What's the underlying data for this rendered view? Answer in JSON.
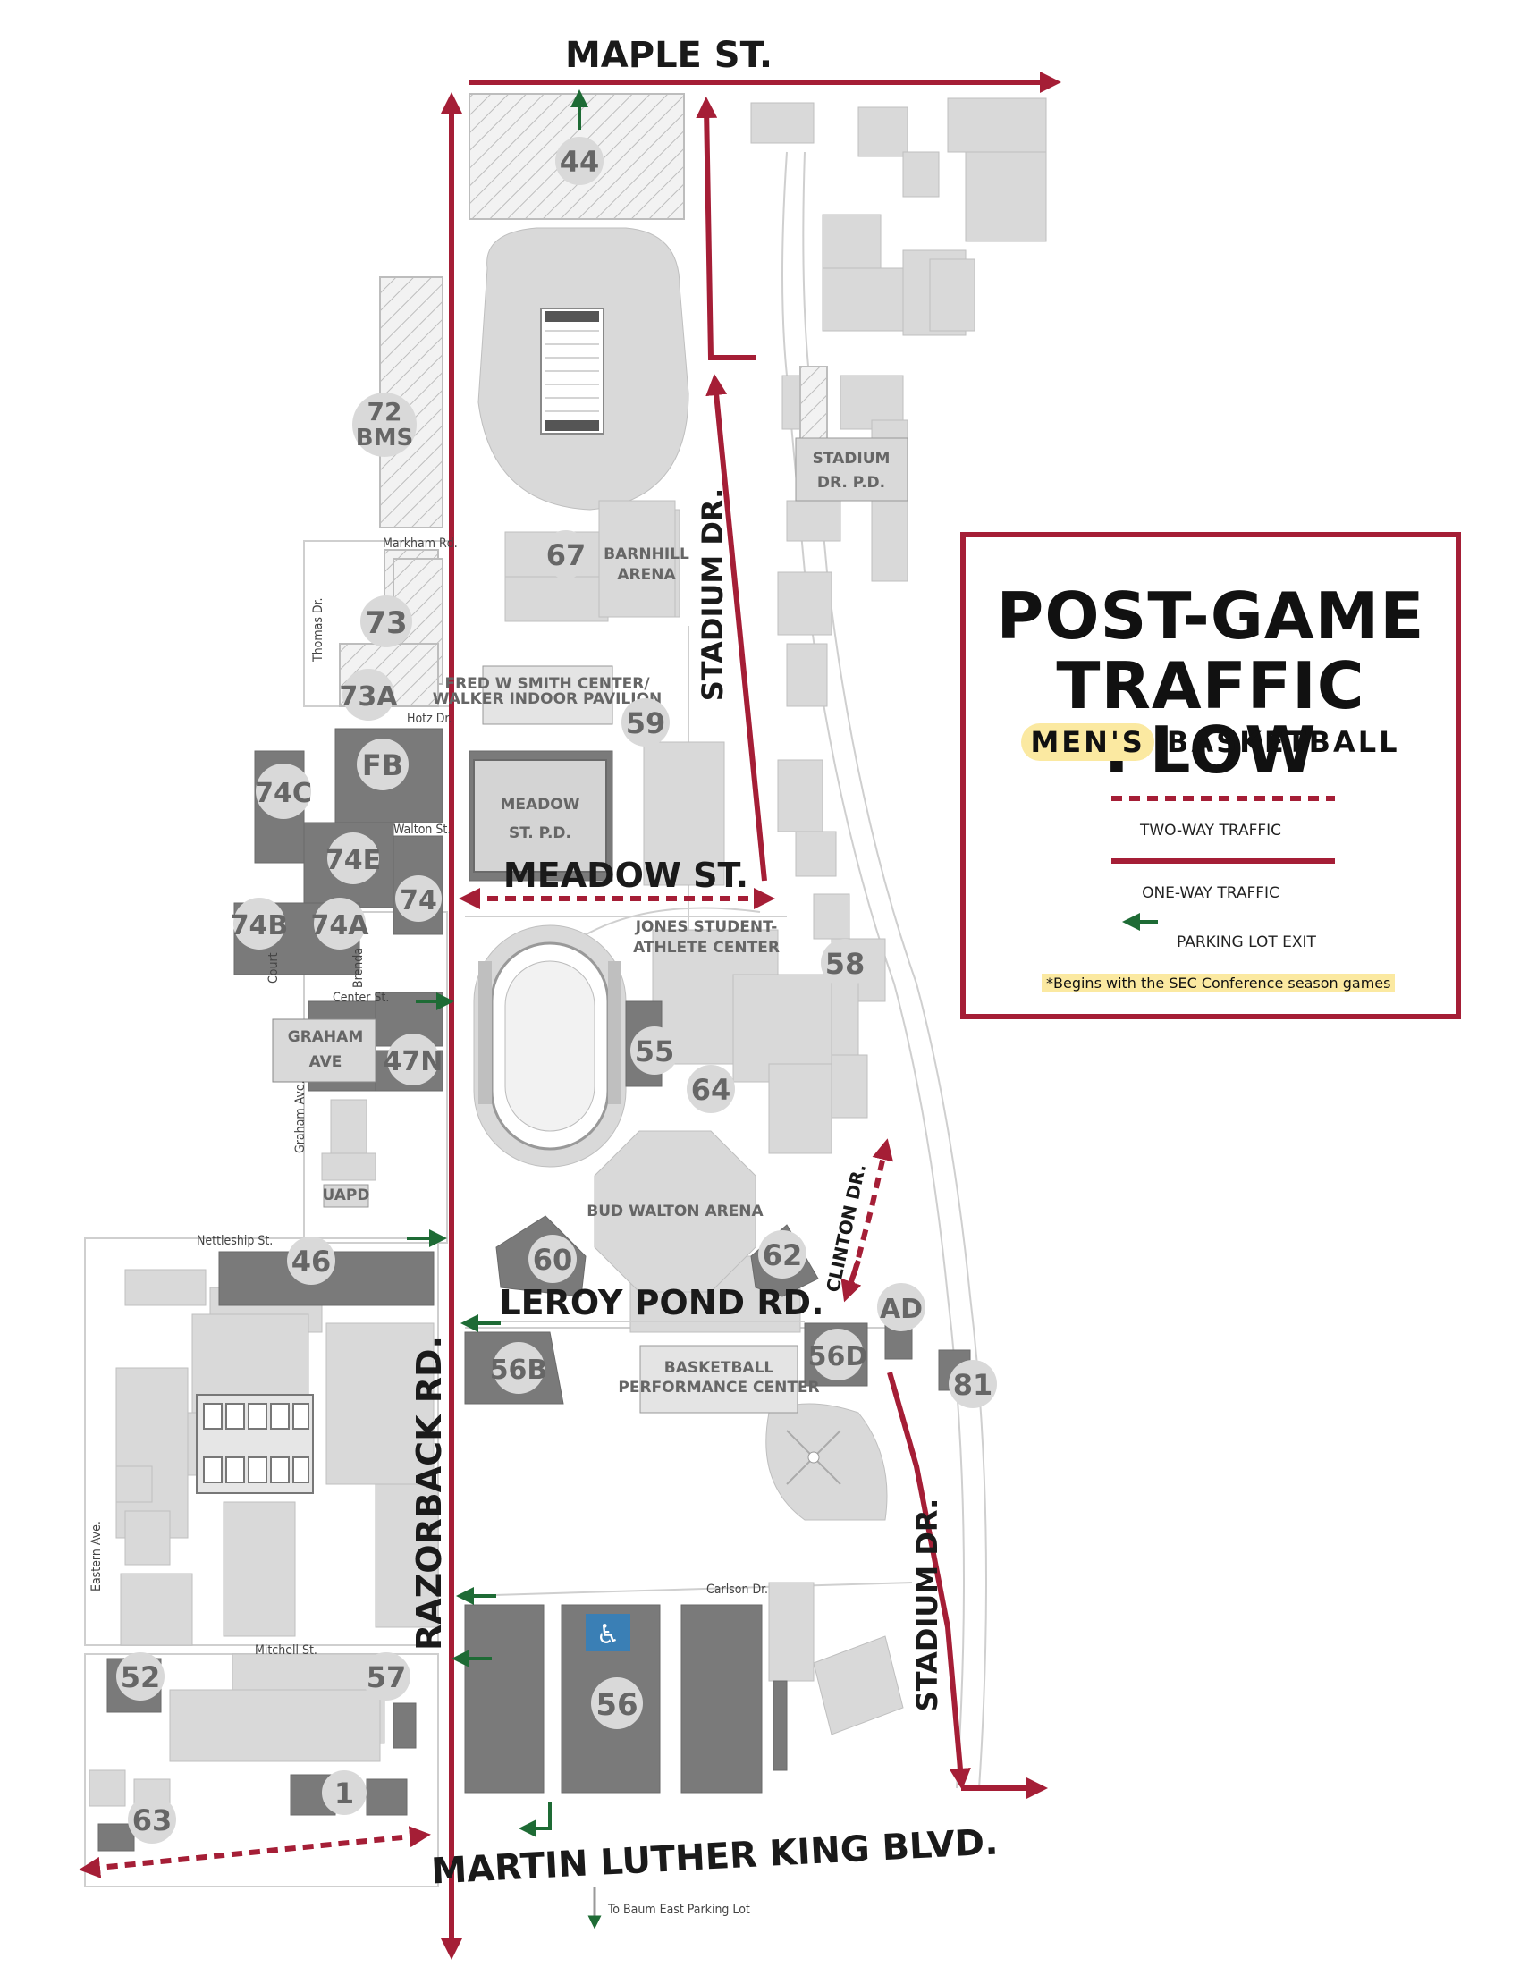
{
  "streets": {
    "maple": "MAPLE ST.",
    "meadow": "MEADOW ST.",
    "leroy": "LEROY POND RD.",
    "mlk": "MARTIN LUTHER KING BLVD.",
    "razorback": "RAZORBACK RD.",
    "stadium_north": "STADIUM DR.",
    "stadium_south": "STADIUM DR.",
    "clinton": "CLINTON DR."
  },
  "small_streets": {
    "markham": "Markham Rd.",
    "thomas": "Thomas Dr.",
    "hotz": "Hotz Dr.",
    "walton": "Walton St.",
    "court": "Court",
    "brenda": "Brenda",
    "center": "Center St.",
    "graham": "Graham Ave.",
    "nettleship": "Nettleship St.",
    "carlson": "Carlson Dr.",
    "eastern": "Eastern Ave.",
    "mitchell": "Mitchell St.",
    "baum": "To Baum East Parking Lot"
  },
  "buildings": {
    "barnhill_1": "BARNHILL",
    "barnhill_2": "ARENA",
    "stadium_pd_1": "STADIUM",
    "stadium_pd_2": "DR. P.D.",
    "meadow_pd_1": "MEADOW",
    "meadow_pd_2": "ST. P.D.",
    "smith_1": "FRED W SMITH CENTER/",
    "smith_2": "WALKER INDOOR PAVILION",
    "jones_1": "JONES STUDENT-",
    "jones_2": "ATHLETE CENTER",
    "graham_1": "GRAHAM",
    "graham_2": "AVE",
    "uapd": "UAPD",
    "bud_walton": "BUD WALTON ARENA",
    "bball_1": "BASKETBALL",
    "bball_2": "PERFORMANCE CENTER"
  },
  "lots": {
    "l44": "44",
    "l72": "72",
    "l72b": "BMS",
    "l67": "67",
    "l73": "73",
    "l73a": "73A",
    "l59": "59",
    "lfb": "FB",
    "l74c": "74C",
    "l74e": "74E",
    "l74": "74",
    "l74b": "74B",
    "l74a": "74A",
    "l58": "58",
    "l55": "55",
    "l64": "64",
    "l47n": "47N",
    "l46": "46",
    "l60": "60",
    "l62": "62",
    "lad": "AD",
    "l56b": "56B",
    "l56d": "56D",
    "l81": "81",
    "l52": "52",
    "l57": "57",
    "l56": "56",
    "l1": "1",
    "l63": "63"
  },
  "legend": {
    "title_line1": "POST-GAME",
    "title_line2": "TRAFFIC FLOW",
    "highlight": "MEN'S",
    "subtitle": "BASKETBALL",
    "two_way": "TWO-WAY TRAFFIC",
    "one_way": "ONE-WAY TRAFFIC",
    "exit": "PARKING LOT EXIT",
    "note": "*Begins with the SEC Conference season games"
  },
  "colors": {
    "route": "#a51e36",
    "exit_arrow": "#1e6b35",
    "building_dark": "#7a7a7a",
    "building_light": "#d9d9d9",
    "highlight": "#fbe9a1"
  }
}
